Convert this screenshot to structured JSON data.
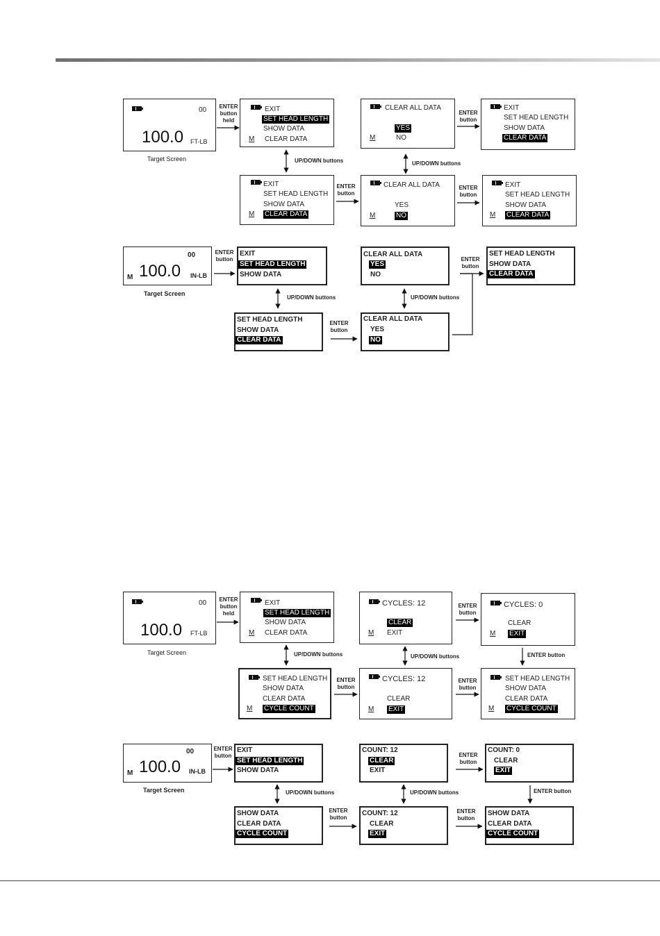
{
  "battery_icon": "battery-icon",
  "labels": {
    "enter": "ENTER",
    "button": "button",
    "held": "held",
    "updown": "UP/DOWN buttons",
    "enter_button": "ENTER button",
    "target_screen": "Target Screen",
    "target_screen2": "Target  Screen"
  },
  "target": {
    "count": "00",
    "value": "100.0",
    "unit_ft": "FT-LB",
    "unit_in": "IN-LB",
    "m": "M"
  },
  "menu": {
    "exit": "EXIT",
    "set_head_length": "SET HEAD LENGTH",
    "show_data": "SHOW DATA",
    "clear_data": "CLEAR DATA",
    "cycle_count": "CYCLE COUNT",
    "clear_all_data": "CLEAR ALL DATA",
    "yes": "YES",
    "no": "NO",
    "cycles_12": "CYCLES:  12",
    "cycles_0": "CYCLES:  0",
    "clear": "CLEAR",
    "count_12": "COUNT: 12",
    "count_0": "COUNT: 0"
  }
}
